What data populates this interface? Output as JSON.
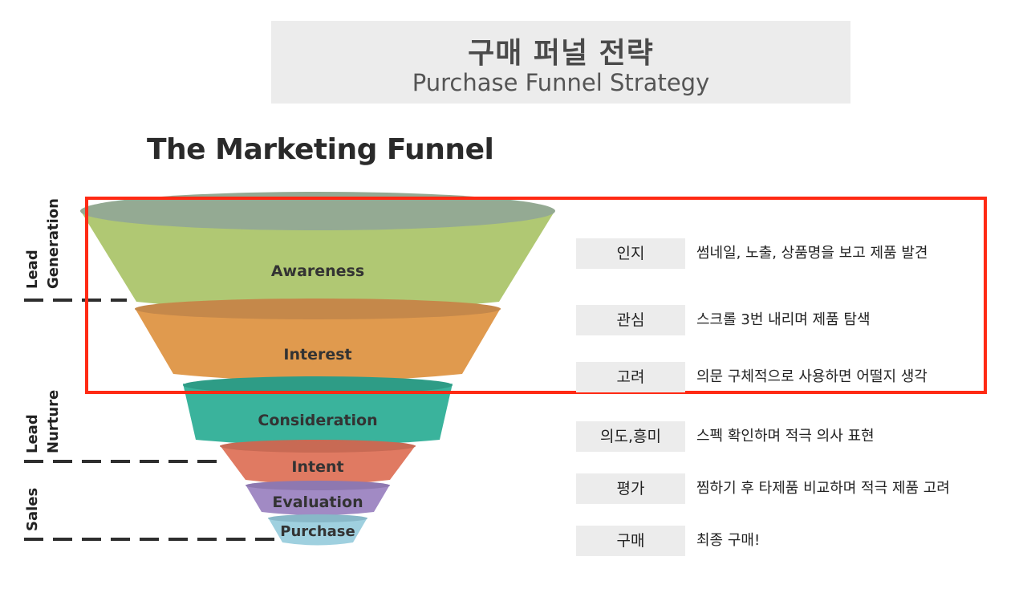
{
  "header": {
    "title_ko": "구매 퍼널 전략",
    "title_en": "Purchase Funnel Strategy"
  },
  "funnel": {
    "title": "The Marketing Funnel",
    "stages": [
      {
        "label": "Awareness",
        "color": "#b0c873"
      },
      {
        "label": "Interest",
        "color": "#e09a4e"
      },
      {
        "label": "Consideration",
        "color": "#3ab39c"
      },
      {
        "label": "Intent",
        "color": "#e07a62"
      },
      {
        "label": "Evaluation",
        "color": "#a18ac4"
      },
      {
        "label": "Purchase",
        "color": "#9fd0df"
      }
    ],
    "groups": [
      {
        "line1": "Lead",
        "line2": "Generation"
      },
      {
        "line1": "Lead",
        "line2": "Nurture"
      },
      {
        "line1": "Sales",
        "line2": ""
      }
    ]
  },
  "steps": [
    {
      "tag": "인지",
      "desc": "썸네일, 노출, 상품명을 보고 제품 발견"
    },
    {
      "tag": "관심",
      "desc": "스크롤 3번 내리며 제품 탐색"
    },
    {
      "tag": "고려",
      "desc": "의문 구체적으로 사용하면 어떨지 생각"
    },
    {
      "tag": "의도,흥미",
      "desc": "스펙 확인하며 적극 의사 표현"
    },
    {
      "tag": "평가",
      "desc": "찜하기 후 타제품 비교하며 적극 제품 고려"
    },
    {
      "tag": "구매",
      "desc": "최종 구매!"
    }
  ],
  "highlight_color": "#ff2a14"
}
